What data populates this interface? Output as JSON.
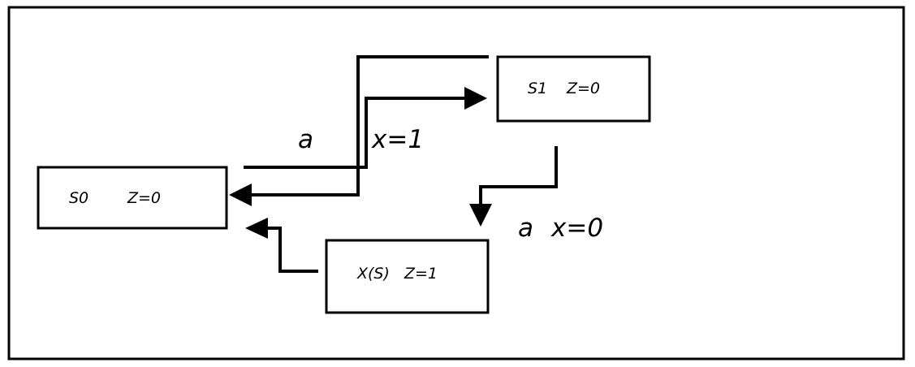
{
  "states": {
    "s0": {
      "name": "S0",
      "output": "Z=0"
    },
    "s1": {
      "name": "S1",
      "output": "Z=0"
    },
    "xs": {
      "name": "X(S)",
      "output": "Z=1"
    }
  },
  "transitions": {
    "s0_to_s1": {
      "input": "a",
      "condition": "x=1"
    },
    "s1_to_xs": {
      "input": "a",
      "condition": "x=0"
    }
  },
  "colors": {
    "stroke": "#000000",
    "background": "#ffffff"
  }
}
